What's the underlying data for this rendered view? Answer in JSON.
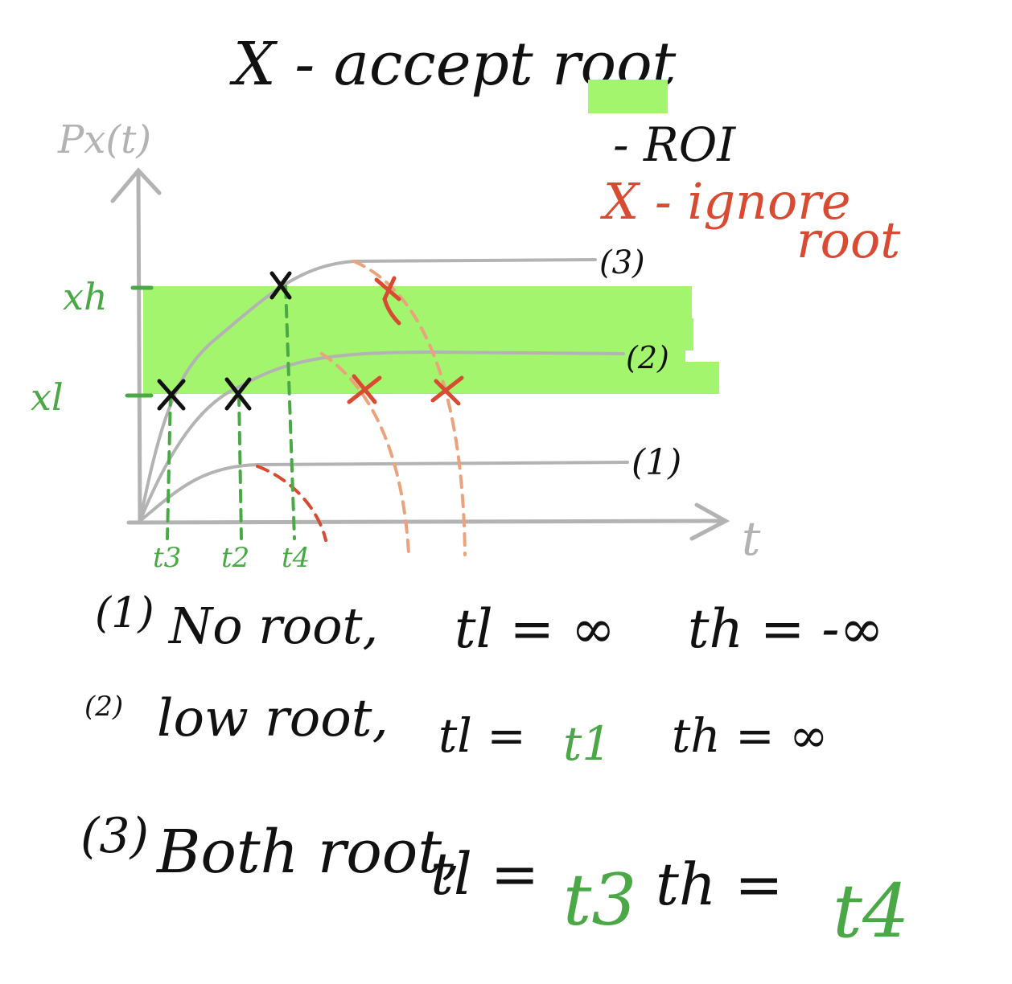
{
  "title": "X - accept root",
  "legend": {
    "roi_label": "- ROI",
    "ignore_label_line1": "X - ignore",
    "ignore_label_line2": "root"
  },
  "axes": {
    "y_label": "Px(t)",
    "x_label": "t",
    "y_ticks": [
      "xh",
      "xl"
    ],
    "x_ticks": [
      "t3",
      "t2",
      "t4"
    ]
  },
  "curves": [
    {
      "label": "(1)"
    },
    {
      "label": "(2)"
    },
    {
      "label": "(3)"
    }
  ],
  "cases": [
    {
      "num": "(1)",
      "text": "No root,",
      "tl": "tl = ∞",
      "th": "th = -∞"
    },
    {
      "num": "(2)",
      "text": "low root,",
      "tl_a": "tl =",
      "tl_b": "t1",
      "th": "th = ∞"
    },
    {
      "num": "(3)",
      "text": "Both root,",
      "tl_a": "tl =",
      "tl_b": "t3",
      "th_a": "th =",
      "th_b": "t4"
    }
  ],
  "colors": {
    "roi": "#a2f56d",
    "accept": "#111111",
    "ignore": "#d94a32",
    "guide": "#4aa846",
    "axis": "#b3b3b3",
    "ignore_path": "#eca27c"
  }
}
